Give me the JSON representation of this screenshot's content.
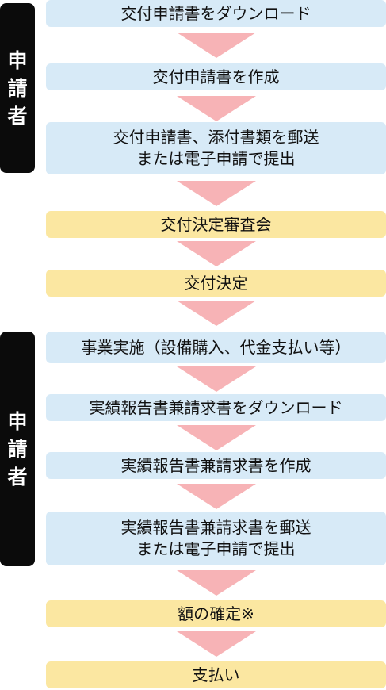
{
  "colors": {
    "applicant_bg": "#0b0b0b",
    "applicant_text": "#ffffff",
    "step_blue": "#d7eaf7",
    "step_yellow": "#fbe7a1",
    "arrow": "#f7b3b6"
  },
  "sidebar": [
    {
      "chars": [
        "申",
        "請",
        "者"
      ]
    },
    {
      "chars": [
        "申",
        "請",
        "者"
      ]
    }
  ],
  "steps": [
    {
      "lines": [
        "交付申請書をダウンロード"
      ]
    },
    {
      "lines": [
        "交付申請書を作成"
      ]
    },
    {
      "lines": [
        "交付申請書、添付書類を郵送",
        "または電子申請で提出"
      ]
    },
    {
      "lines": [
        "交付決定審査会"
      ]
    },
    {
      "lines": [
        "交付決定"
      ]
    },
    {
      "lines": [
        "事業実施（設備購入、代金支払い等）"
      ]
    },
    {
      "lines": [
        "実績報告書兼請求書をダウンロード"
      ]
    },
    {
      "lines": [
        "実績報告書兼請求書を作成"
      ]
    },
    {
      "lines": [
        "実績報告書兼請求書を郵送",
        "または電子申請で提出"
      ]
    },
    {
      "lines": [
        "額の確定※"
      ]
    },
    {
      "lines": [
        "支払い"
      ]
    }
  ]
}
